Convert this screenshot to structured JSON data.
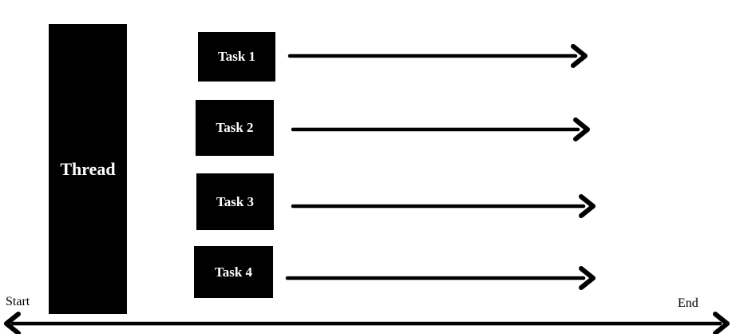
{
  "diagram": {
    "title_semantic": "thread-tasks-timeline-diagram",
    "thread": {
      "label": "Thread"
    },
    "tasks": [
      {
        "label": "Task 1"
      },
      {
        "label": "Task 2"
      },
      {
        "label": "Task 3"
      },
      {
        "label": "Task 4"
      }
    ],
    "timeline": {
      "start_label": "Start",
      "end_label": "End"
    },
    "colors": {
      "background": "#ffffff",
      "box_fill": "#000000",
      "box_text": "#ffffff",
      "arrow": "#000000",
      "timeline_label_text": "#000000"
    }
  }
}
